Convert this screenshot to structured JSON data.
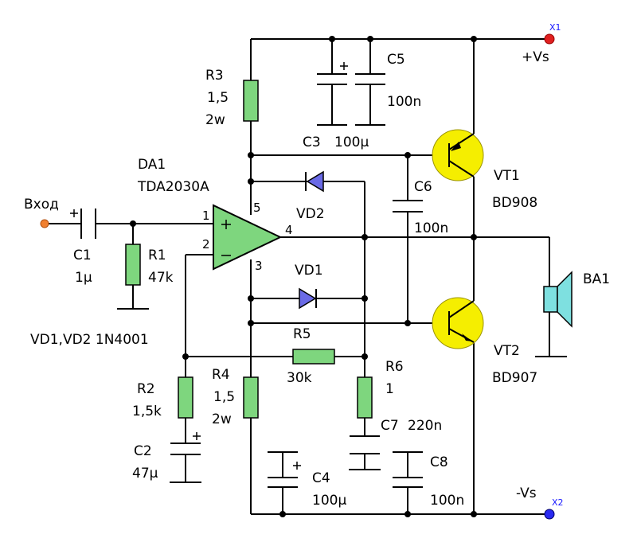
{
  "colors": {
    "resistor_fill": "#7ed67e",
    "opamp_fill": "#7ed67e",
    "transistor_fill": "#f5ee00",
    "diode_fill": "#6a6ae6",
    "input_terminal": "#f08030",
    "terminal_x1": "#e02020",
    "terminal_x2": "#2a2af0",
    "speaker_fill": "#7ee0e0"
  },
  "labels": {
    "input": "Вход",
    "vplus": "+Vs",
    "vminus": "-Vs",
    "x1": "X1",
    "x2": "X2",
    "da1": "DA1",
    "da1_part": "TDA2030A",
    "pin1": "1",
    "pin2": "2",
    "pin3": "3",
    "pin4": "4",
    "pin5": "5",
    "diodes_note": "VD1,VD2 1N4001"
  },
  "components": {
    "r1": {
      "name": "R1",
      "value": "47k"
    },
    "r2": {
      "name": "R2",
      "value": "1,5k"
    },
    "r3": {
      "name": "R3",
      "value": "1,5",
      "power": "2w"
    },
    "r4": {
      "name": "R4",
      "value": "1,5",
      "power": "2w"
    },
    "r5": {
      "name": "R5",
      "value": "30k"
    },
    "r6": {
      "name": "R6",
      "value": "1"
    },
    "c1": {
      "name": "C1",
      "value": "1µ"
    },
    "c2": {
      "name": "C2",
      "value": "47µ"
    },
    "c3": {
      "name": "C3",
      "value": "100µ"
    },
    "c4": {
      "name": "C4",
      "value": "100µ"
    },
    "c5": {
      "name": "C5",
      "value": "100n"
    },
    "c6": {
      "name": "C6",
      "value": "100n"
    },
    "c7": {
      "name": "C7",
      "value": "220n"
    },
    "c8": {
      "name": "C8",
      "value": "100n"
    },
    "vd1": {
      "name": "VD1"
    },
    "vd2": {
      "name": "VD2"
    },
    "vt1": {
      "name": "VT1",
      "part": "BD908"
    },
    "vt2": {
      "name": "VT2",
      "part": "BD907"
    },
    "ba1": {
      "name": "BA1"
    }
  }
}
